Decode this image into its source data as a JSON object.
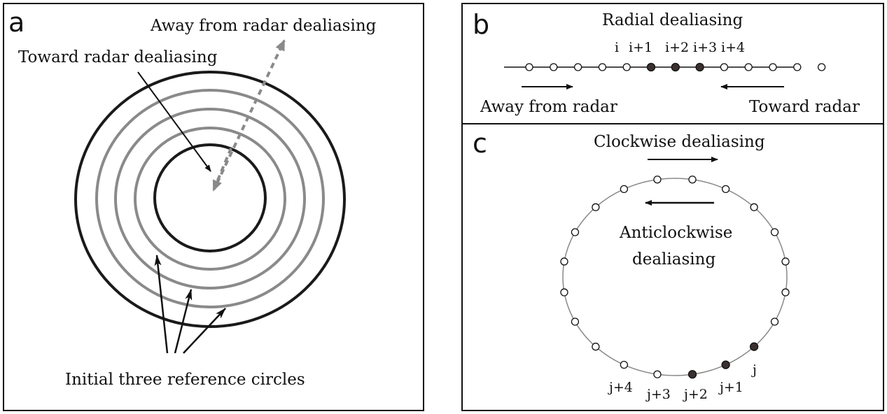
{
  "colors": {
    "ink": "#1a1a1a",
    "gray_ring": "#8a8a8a",
    "filled_point": "#3a3030"
  },
  "panel_a": {
    "label": "a",
    "away_text": "Away from radar dealiasing",
    "toward_text": "Toward radar dealiasing",
    "reference_text": "Initial three reference circles"
  },
  "panel_b": {
    "label": "b",
    "title": "Radial dealiasing",
    "index_labels": [
      "i",
      "i+1",
      "i+2",
      "i+3",
      "i+4"
    ],
    "away_text": "Away from radar",
    "toward_text": "Toward radar",
    "point_count": 13,
    "filled_points": [
      5,
      6,
      7
    ]
  },
  "panel_c": {
    "label": "c",
    "clockwise_text": "Clockwise dealiasing",
    "anticlockwise_text_1": "Anticlockwise",
    "anticlockwise_text_2": "dealiasing",
    "index_labels": [
      "j",
      "j+1",
      "j+2",
      "j+3",
      "j+4"
    ],
    "point_count": 20,
    "filled_points": [
      7,
      8,
      9
    ]
  }
}
